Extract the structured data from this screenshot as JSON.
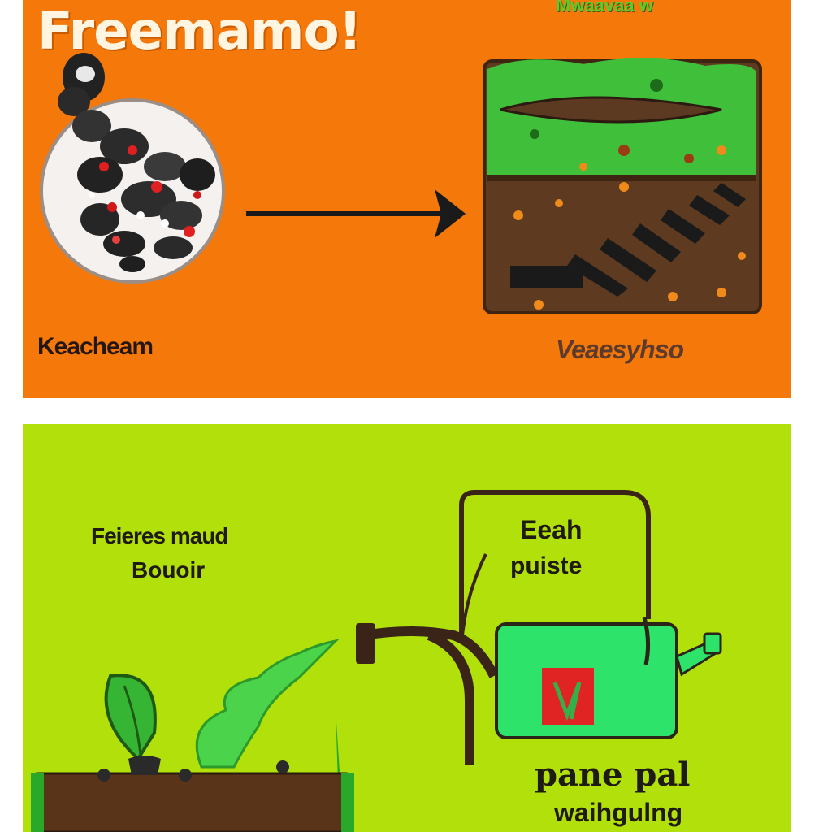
{
  "top_panel": {
    "title": "Freemamo!",
    "corner_text": "Mwaavaa w",
    "left_label": "Keacheam",
    "right_label": "Veaesyhso",
    "colors": {
      "background": "#f5780a",
      "soil": "#5e3b20",
      "grass": "#3fbf3a"
    }
  },
  "bottom_panel": {
    "heading_line1": "Feieres maud",
    "heading_line2": "Bouoir",
    "box_line1": "Eeah",
    "box_line2": "puiste",
    "bottom_line1": "pane pal",
    "bottom_line2": "waihgulng",
    "colors": {
      "background": "#b1e00b",
      "tank": "#2ee36a",
      "pipe": "#3a2418"
    }
  }
}
